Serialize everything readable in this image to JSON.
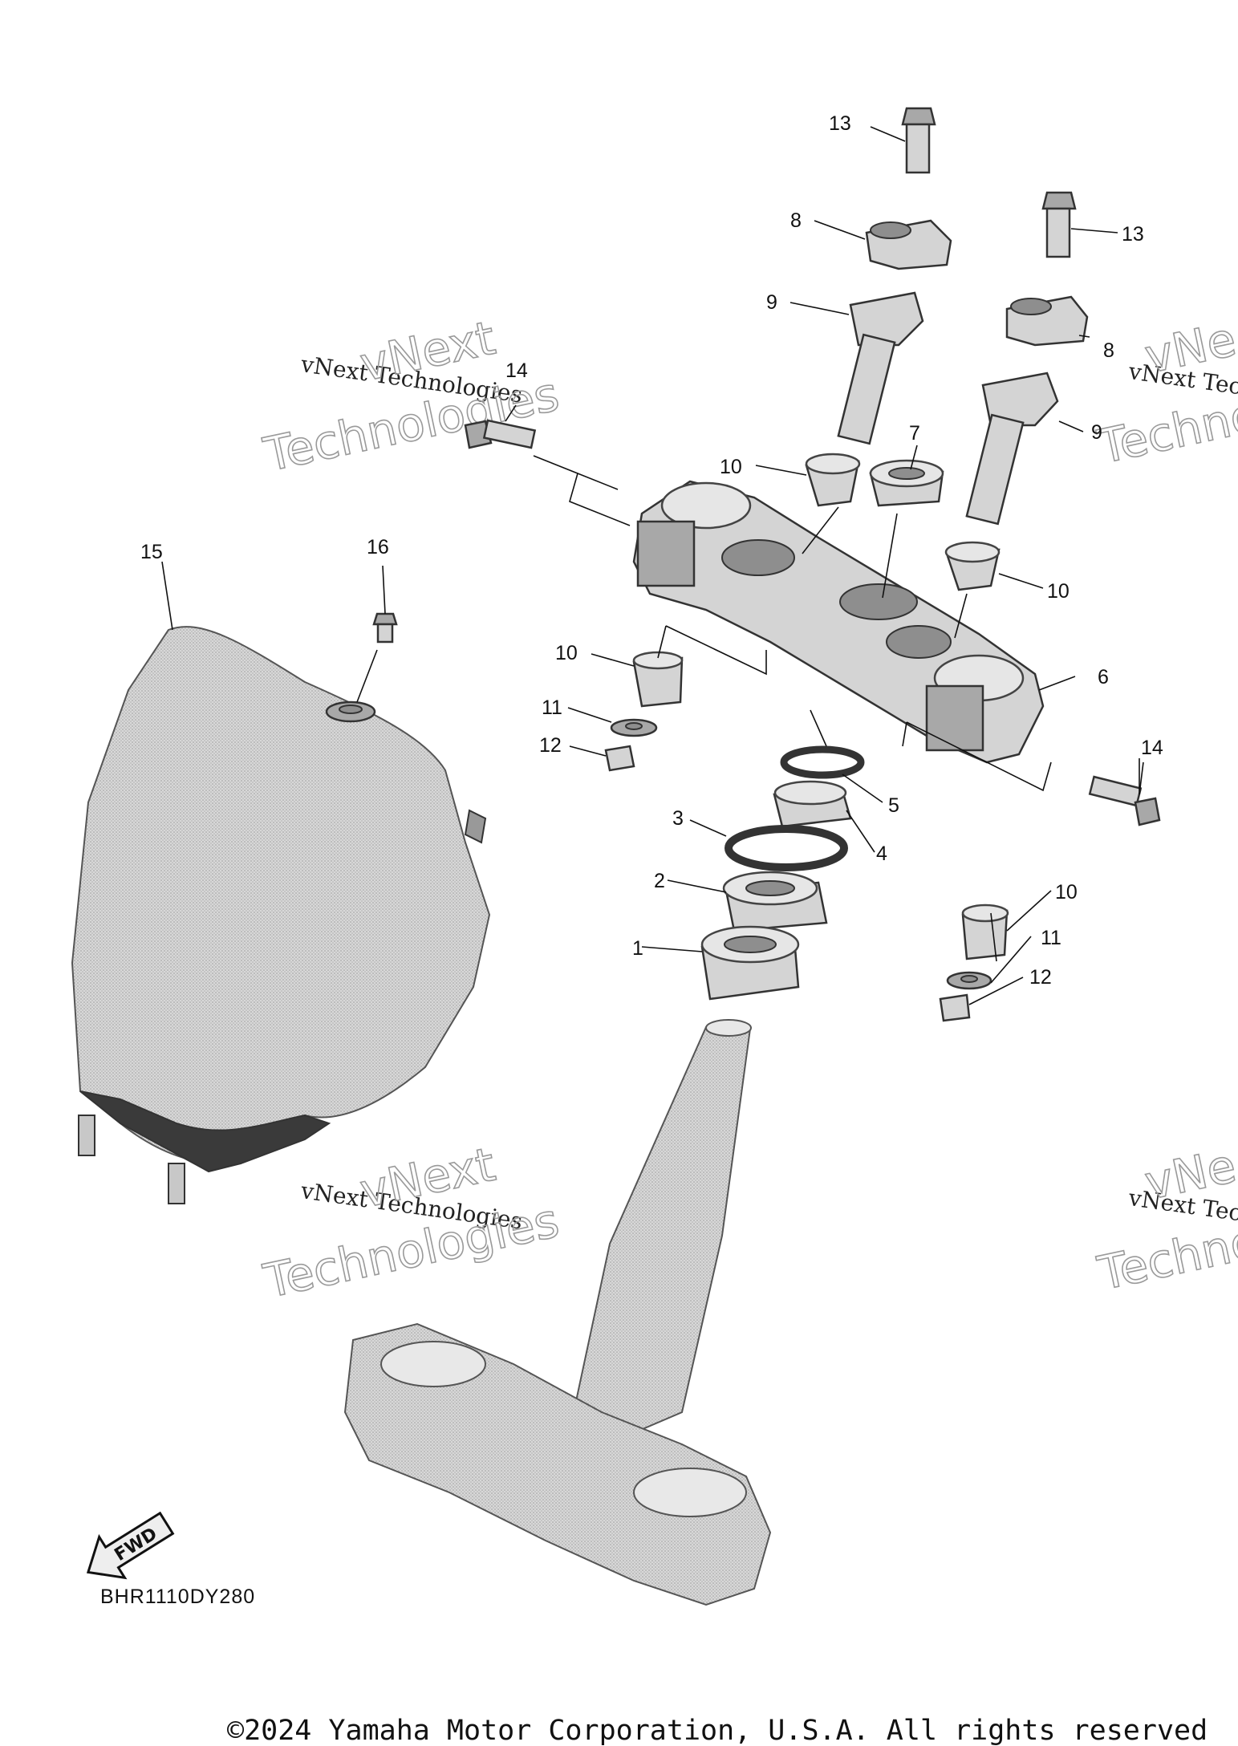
{
  "callouts": {
    "c1": "1",
    "c2": "2",
    "c3": "3",
    "c4": "4",
    "c5": "5",
    "c6": "6",
    "c7": "7",
    "c8a": "8",
    "c8b": "8",
    "c9a": "9",
    "c9b": "9",
    "c10a": "10",
    "c10b": "10",
    "c10c": "10",
    "c10d": "10",
    "c11a": "11",
    "c11b": "11",
    "c12a": "12",
    "c12b": "12",
    "c13a": "13",
    "c13b": "13",
    "c14a": "14",
    "c14b": "14",
    "c15": "15",
    "c16": "16"
  },
  "watermarks": {
    "small_text": "vNext Technologies",
    "small_text_cut": "vNext Tec",
    "big_line1": "vNext",
    "big_line2": "Technologies",
    "big_line2_cut": "Techno",
    "big_line1_cut": "vNe"
  },
  "fwd_label": "FWD",
  "diagram_code": "BHR1110DY280",
  "copyright": "©2024 Yamaha Motor Corporation, U.S.A. All rights reserved",
  "colors": {
    "ink": "#111111",
    "part_fill": "#d4d4d4",
    "watermark": "#9a9a9a"
  }
}
